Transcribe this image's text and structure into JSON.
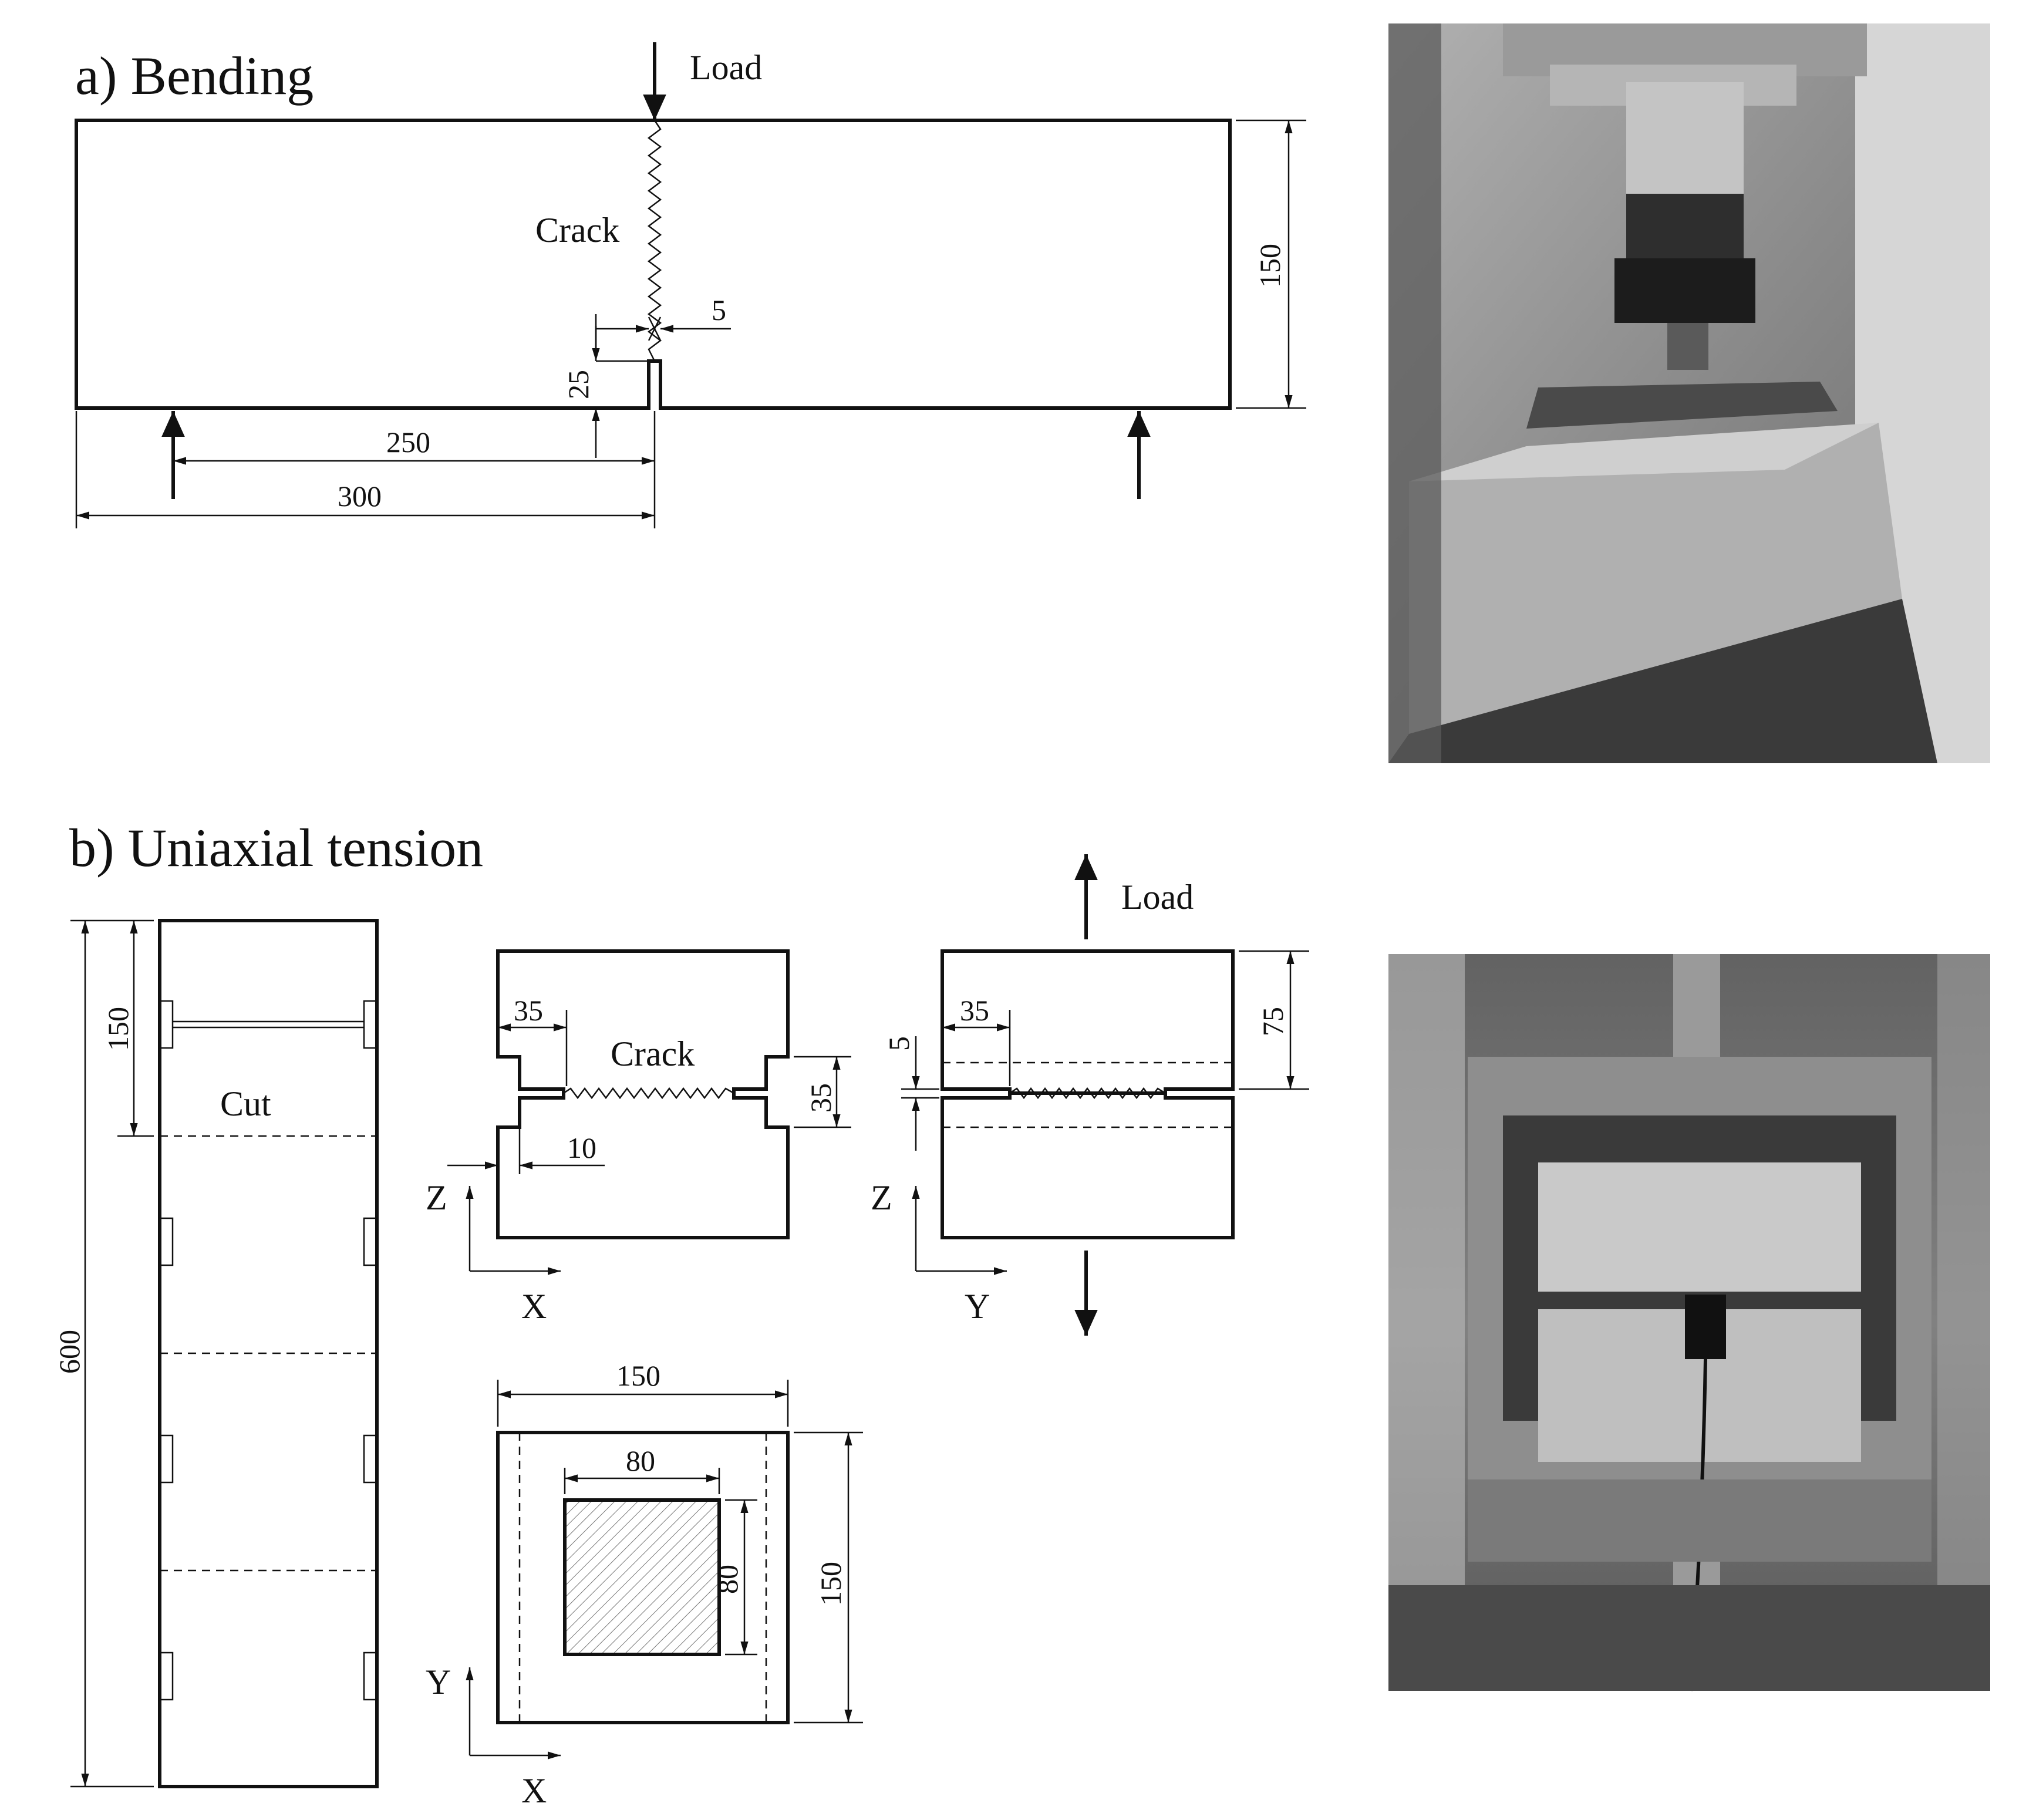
{
  "panel_a": {
    "title": "a) Bending",
    "load": "Load",
    "crack": "Crack",
    "dim_notch_width": "5",
    "dim_notch_depth": "25",
    "dim_height": "150",
    "dim_half_span": "250",
    "dim_half_length": "300"
  },
  "panel_b": {
    "title": "b) Uniaxial tension",
    "load": "Load",
    "cut": "Cut",
    "crack": "Crack",
    "dim_total_length": "600",
    "dim_cut_length": "150",
    "dim_notch_x": "35",
    "dim_notch_height": "35",
    "dim_notch_depth": "10",
    "dim_notch_y": "35",
    "dim_gap": "5",
    "dim_half_height": "75",
    "dim_section_width": "150",
    "dim_core_width": "80",
    "dim_core_height": "80",
    "dim_section_height": "150",
    "axis_z1": "Z",
    "axis_x1": "X",
    "axis_z2": "Z",
    "axis_y2": "Y",
    "axis_y3": "Y",
    "axis_x3": "X"
  },
  "photos": [
    {
      "name": "bending-test-photo",
      "tone": "#7c7c7c"
    },
    {
      "name": "tension-test-photo",
      "tone": "#6a6a6a"
    }
  ]
}
